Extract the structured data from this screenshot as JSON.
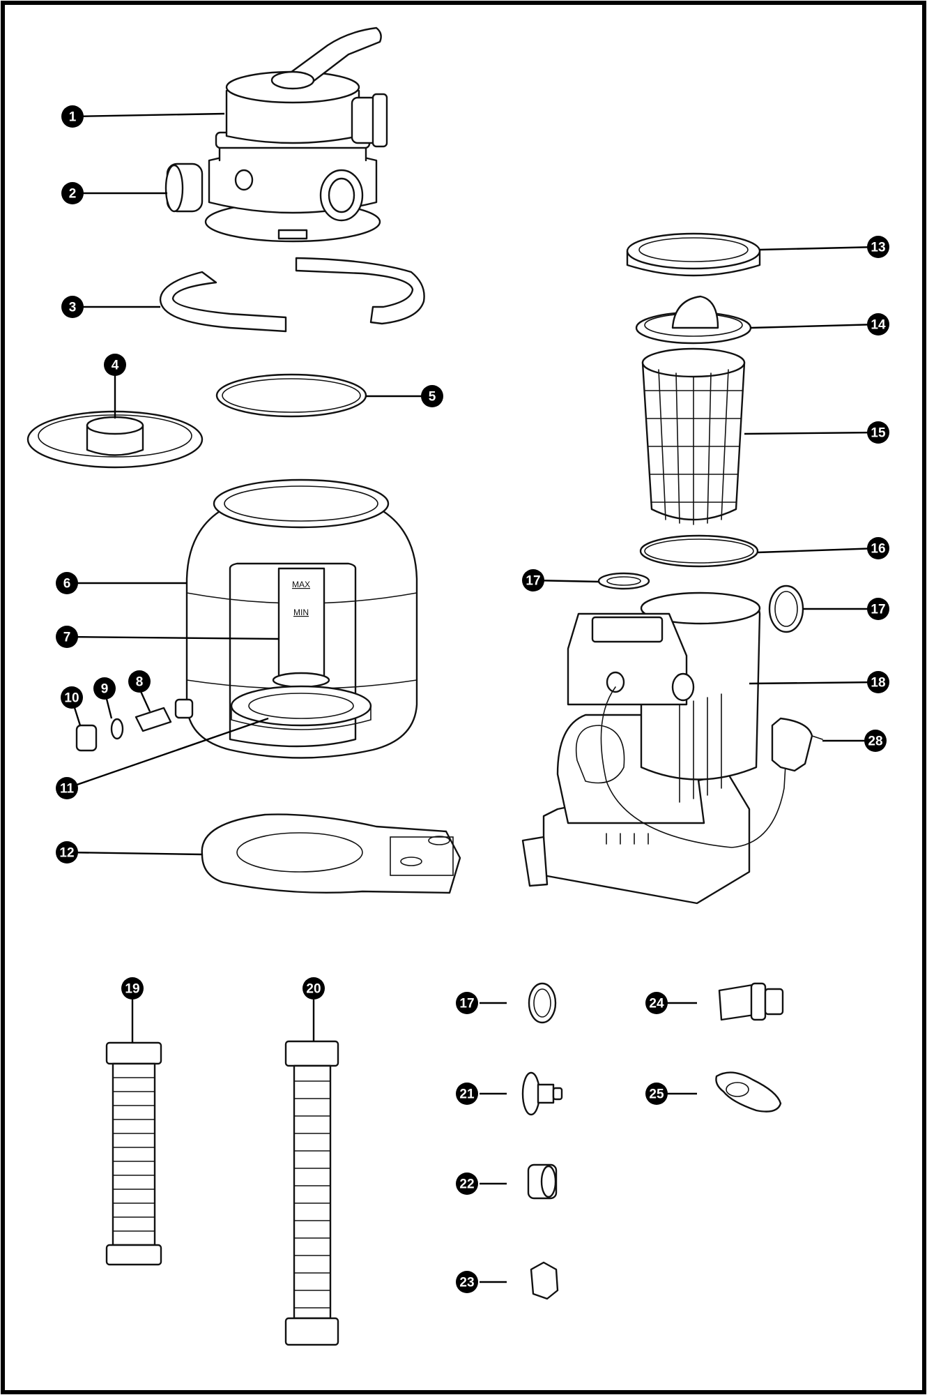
{
  "colors": {
    "line": "#111111",
    "badge": "#000000",
    "badge_text": "#ffffff",
    "background": "#ffffff"
  },
  "gauge": {
    "max_label": "MAX",
    "min_label": "MIN"
  },
  "callouts": [
    {
      "id": "c1",
      "number": "1"
    },
    {
      "id": "c2",
      "number": "2"
    },
    {
      "id": "c3",
      "number": "3"
    },
    {
      "id": "c4",
      "number": "4"
    },
    {
      "id": "c5",
      "number": "5"
    },
    {
      "id": "c6",
      "number": "6"
    },
    {
      "id": "c7",
      "number": "7"
    },
    {
      "id": "c8",
      "number": "8"
    },
    {
      "id": "c9",
      "number": "9"
    },
    {
      "id": "c10",
      "number": "10"
    },
    {
      "id": "c11",
      "number": "11"
    },
    {
      "id": "c12",
      "number": "12"
    },
    {
      "id": "c13",
      "number": "13"
    },
    {
      "id": "c14",
      "number": "14"
    },
    {
      "id": "c15",
      "number": "15"
    },
    {
      "id": "c16",
      "number": "16"
    },
    {
      "id": "c17a",
      "number": "17"
    },
    {
      "id": "c17b",
      "number": "17"
    },
    {
      "id": "c18",
      "number": "18"
    },
    {
      "id": "c28",
      "number": "28"
    },
    {
      "id": "c19",
      "number": "19"
    },
    {
      "id": "c20",
      "number": "20"
    },
    {
      "id": "c17c",
      "number": "17"
    },
    {
      "id": "c21",
      "number": "21"
    },
    {
      "id": "c22",
      "number": "22"
    },
    {
      "id": "c23",
      "number": "23"
    },
    {
      "id": "c24",
      "number": "24"
    },
    {
      "id": "c25",
      "number": "25"
    }
  ]
}
